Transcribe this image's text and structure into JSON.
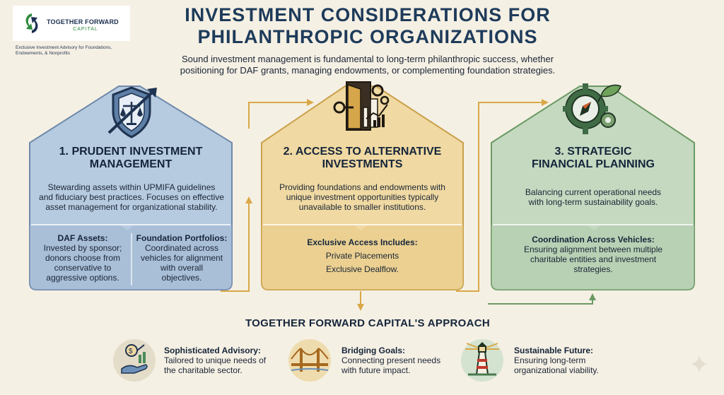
{
  "brand": {
    "name": "TOGETHER FORWARD",
    "name_sub": "CAPITAL",
    "tagline": "Exclusive Investment Advisory for Foundations, Endowments, & Nonprofits"
  },
  "header": {
    "title_line1": "INVESTMENT CONSIDERATIONS FOR",
    "title_line2": "PHILANTHROPIC ORGANIZATIONS",
    "subtitle_line1": "Sound investment management is fundamental to long-term philanthropic success, whether",
    "subtitle_line2": "positioning for DAF grants, managing endowments, or complementing foundation strategies."
  },
  "columns": [
    {
      "title_line1": "1. PRUDENT INVESTMENT",
      "title_line2": "MANAGEMENT",
      "body_lines": [
        "Stewarding assets within UPMIFA guidelines",
        "and fiduciary best practices. Focuses on effective",
        "asset management for organizational stability."
      ],
      "left_head": "DAF Assets:",
      "left_lines": [
        "Invested by sponsor;",
        "donors choose from",
        "conservative to",
        "aggressive options."
      ],
      "right_head": "Foundation Portfolios:",
      "right_lines": [
        "Coordinated across",
        "vehicles for alignment",
        "with overall",
        "objectives."
      ],
      "icon": "shield-scales-icon",
      "color": "#b7cbe0"
    },
    {
      "title_line1": "2. ACCESS TO ALTERNATIVE",
      "title_line2": "INVESTMENTS",
      "body_lines": [
        "Providing foundations and endowments with",
        "unique investment opportunities typically",
        "unavailable to smaller institutions."
      ],
      "sub_head": "Exclusive Access Includes:",
      "items": [
        "Private Placements",
        "Exclusive Dealflow."
      ],
      "icon": "door-key-icon",
      "color": "#f0d9a2"
    },
    {
      "title_line1": "3. STRATEGIC",
      "title_line2": "FINANCIAL PLANNING",
      "body_lines": [
        "Balancing current operational needs",
        "with long-term sustainability goals."
      ],
      "sub_head": "Coordination Across Vehicles:",
      "sub_lines": [
        "Ensuring alignment between multiple",
        "charitable entities and investment",
        "strategies."
      ],
      "icon": "gear-compass-icon",
      "color": "#c4d9c0"
    }
  ],
  "approach": {
    "title": "TOGETHER FORWARD CAPITAL'S APPROACH",
    "items": [
      {
        "head": "Sophisticated Advisory:",
        "lines": [
          "Tailored to unique needs of",
          "the charitable sector."
        ],
        "icon": "hand-coins-icon"
      },
      {
        "head": "Bridging Goals:",
        "lines": [
          "Connecting present needs",
          "with future impact."
        ],
        "icon": "bridge-icon"
      },
      {
        "head": "Sustainable Future:",
        "lines": [
          "Ensuring long-term",
          "organizational viability."
        ],
        "icon": "lighthouse-icon"
      }
    ]
  }
}
